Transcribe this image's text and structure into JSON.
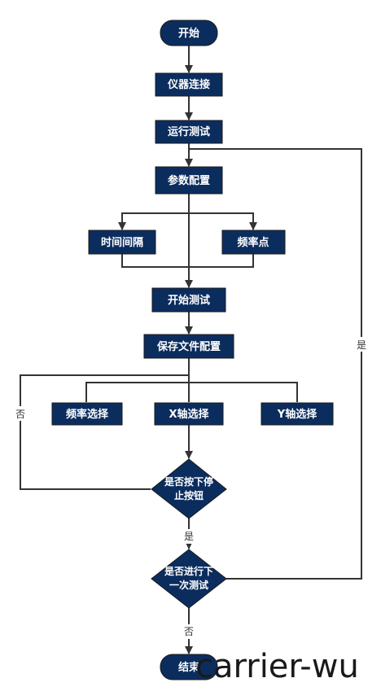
{
  "nodes": {
    "start": "开始",
    "connect": "仪器连接",
    "run_test": "运行测试",
    "param_config": "参数配置",
    "time_interval": "时间间隔",
    "freq_point": "频率点",
    "start_test": "开始测试",
    "save_config": "保存文件配置",
    "freq_select": "频率选择",
    "x_axis": "X轴选择",
    "y_axis": "Y轴选择",
    "stop_q_line1": "是否按下停",
    "stop_q_line2": "止按钮",
    "next_q_line1": "是否进行下",
    "next_q_line2": "一次测试",
    "end": "结束"
  },
  "edge_labels": {
    "loop_yes": "是",
    "stop_no": "否",
    "stop_yes": "是",
    "next_no": "否"
  },
  "watermark": "carrier-wu",
  "colors": {
    "node_fill": "#0b2d5e",
    "node_text": "#ffffff",
    "edge": "#333333"
  }
}
